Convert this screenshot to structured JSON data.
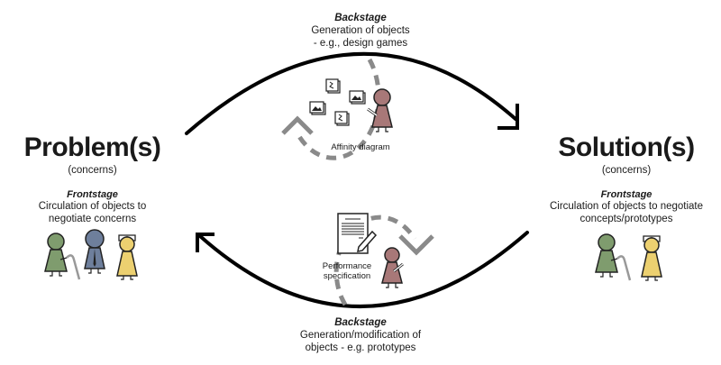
{
  "top_backstage": {
    "title": "Backstage",
    "line1": "Generation of objects",
    "line2": "- e.g., design games"
  },
  "top_loop_label": "Affinity diagram",
  "bottom_loop_label_line1": "Performance",
  "bottom_loop_label_line2": "specification",
  "bottom_backstage": {
    "title": "Backstage",
    "line1": "Generation/modification of",
    "line2": "objects - e.g. prototypes"
  },
  "problem": {
    "title": "Problem(s)",
    "subtitle": "(concerns)",
    "frontstage_title": "Frontstage",
    "line1": "Circulation of objects to",
    "line2": "negotiate concerns"
  },
  "solution": {
    "title": "Solution(s)",
    "subtitle": "(concerns)",
    "frontstage_title": "Frontstage",
    "line1": "Circulation of objects to negotiate",
    "line2": "concepts/prototypes"
  },
  "colors": {
    "designer": "#a87878",
    "elder": "#7f9c6e",
    "businessman": "#6e7f9c",
    "nurse": "#ecd070",
    "dashed": "#8a8a8a",
    "arrow": "#000000"
  }
}
